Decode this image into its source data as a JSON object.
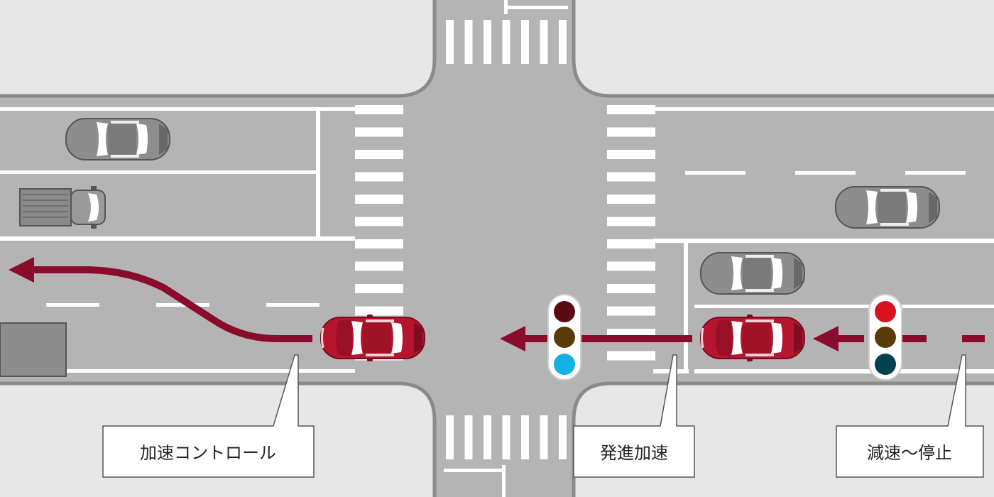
{
  "labels": {
    "left": "加速コントロール",
    "center": "発進加速",
    "right": "減速〜停止"
  },
  "colors": {
    "sidewalk": "#e7e7e7",
    "road": "#b4b4b4",
    "marking": "#ffffff",
    "curb": "#8a8a8a",
    "arrow": "#8b0b2c",
    "car_red": "#b5152e",
    "car_gray": "#8d8d8d",
    "light_red_on": "#d7141d",
    "light_red_off": "#5a0a12",
    "light_yellow_off": "#5a3b08",
    "light_blue_on": "#11b1e2",
    "light_blue_off": "#05404e"
  },
  "signals": [
    {
      "name": "center-traffic-light",
      "state": "green"
    },
    {
      "name": "right-traffic-light",
      "state": "red"
    }
  ]
}
